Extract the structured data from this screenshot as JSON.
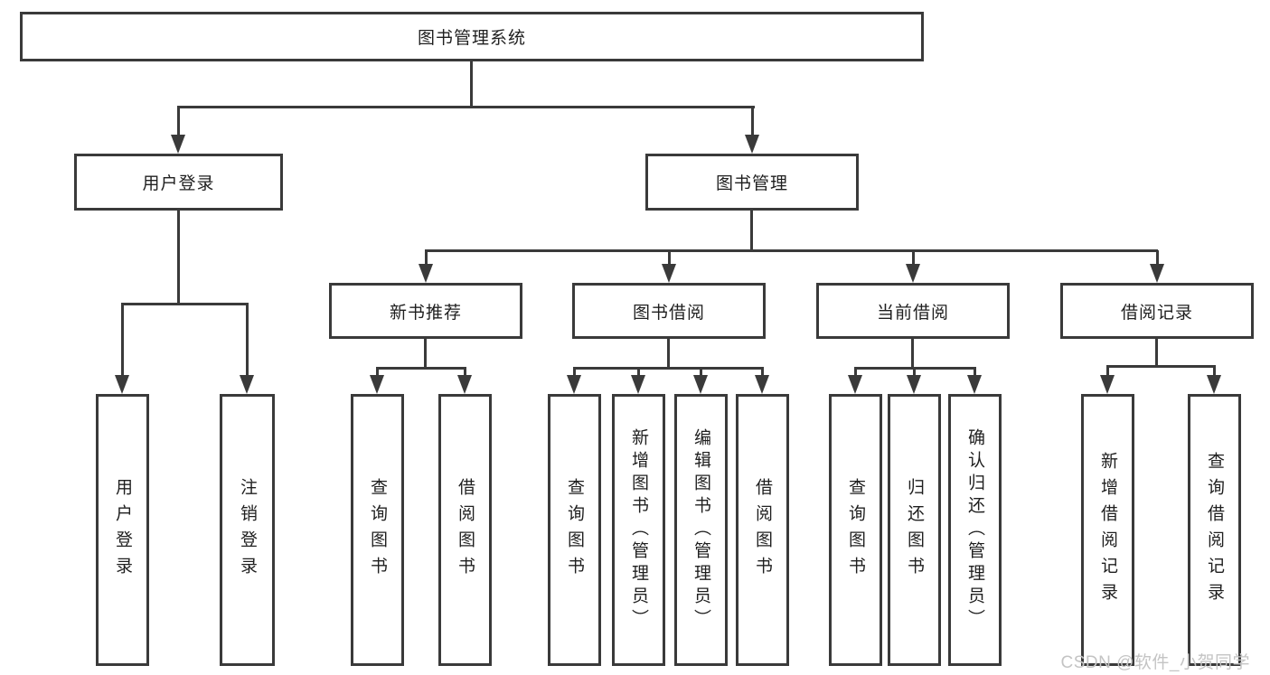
{
  "diagram": {
    "title": "图书管理系统",
    "root": {
      "label": "图书管理系统"
    },
    "level1": [
      {
        "id": "user-login",
        "label": "用户登录"
      },
      {
        "id": "book-management",
        "label": "图书管理"
      }
    ],
    "level2": [
      {
        "id": "new-book-recommend",
        "label": "新书推荐"
      },
      {
        "id": "book-borrow",
        "label": "图书借阅"
      },
      {
        "id": "current-borrow",
        "label": "当前借阅"
      },
      {
        "id": "borrow-records",
        "label": "借阅记录"
      }
    ],
    "leaves": [
      {
        "id": "user-login-leaf",
        "label": "用户登录"
      },
      {
        "id": "logout",
        "label": "注销登录"
      },
      {
        "id": "query-books-1",
        "label": "查询图书"
      },
      {
        "id": "borrow-books-1",
        "label": "借阅图书"
      },
      {
        "id": "query-books-2",
        "label": "查询图书"
      },
      {
        "id": "add-books-admin",
        "label": "新增图书（管理员）"
      },
      {
        "id": "edit-books-admin",
        "label": "编辑图书（管理员）"
      },
      {
        "id": "borrow-books-2",
        "label": "借阅图书"
      },
      {
        "id": "query-books-3",
        "label": "查询图书"
      },
      {
        "id": "return-books",
        "label": "归还图书"
      },
      {
        "id": "confirm-return-admin",
        "label": "确认归还（管理员）"
      },
      {
        "id": "add-borrow-record",
        "label": "新增借阅记录"
      },
      {
        "id": "query-borrow-record",
        "label": "查询借阅记录"
      }
    ]
  },
  "watermark": {
    "text": "CSDN @软件_小贺同学"
  },
  "colors": {
    "line": "#3a3a3a",
    "text": "#1f1f1f",
    "watermark": "#c4c4c4"
  }
}
